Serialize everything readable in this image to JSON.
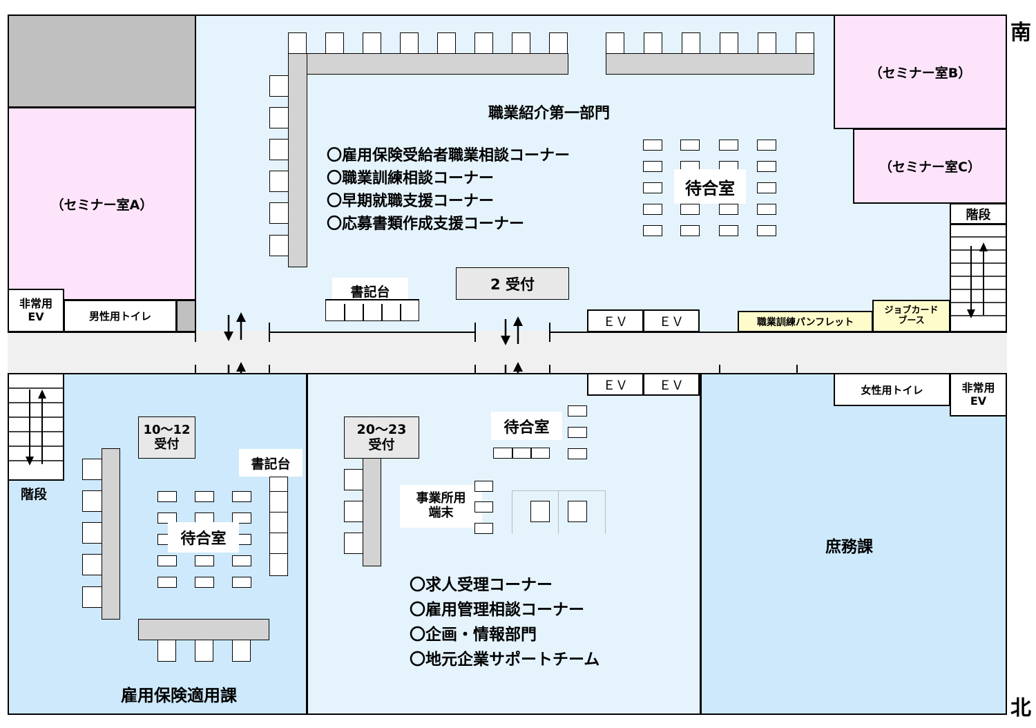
{
  "colors": {
    "seminar": "#fde4fb",
    "floor_light": "#e4f3fc",
    "floor_mid": "#cde9fb",
    "corridor": "#f0f0f0",
    "gray": "#c0c0c0",
    "yellow": "#fffccb",
    "desk": "#d3d3d3",
    "border": "#000000"
  },
  "compass": {
    "south": "南",
    "north": "北"
  },
  "rooms": {
    "seminar_a": "（セミナー室A）",
    "seminar_b": "（セミナー室B）",
    "seminar_c": "（セミナー室C）",
    "dept1": "職業紹介第一部門",
    "koyo_hoken": "雇用保険適用課",
    "shomu": "庶務課"
  },
  "facilities": {
    "emergency_ev_left": "非常用\nEV",
    "emergency_ev_right": "非常用\nEV",
    "men_toilet": "男性用トイレ",
    "women_toilet": "女性用トイレ",
    "stairs_left": "階段",
    "stairs_right": "階段",
    "ev": "ＥＶ",
    "pamphlet": "職業訓練パンフレット",
    "job_card": "ジョブカード\nブース"
  },
  "counters": {
    "shokidai_upper": "書記台",
    "shokidai_lower": "書記台",
    "uketsuke_2": "2 受付",
    "uketsuke_10_12": "10～12\n受付",
    "uketsuke_20_23": "20～23\n受付",
    "jigyosho": "事業所用\n端末"
  },
  "waiting": {
    "upper": "待合室",
    "left": "待合室",
    "center": "待合室"
  },
  "corners_upper": [
    "〇雇用保険受給者職業相談コーナー",
    "〇職業訓練相談コーナー",
    "〇早期就職支援コーナー",
    "〇応募書類作成支援コーナー"
  ],
  "corners_lower": [
    "〇求人受理コーナー",
    "〇雇用管理相談コーナー",
    "〇企画・情報部門",
    "〇地元企業サポートチーム"
  ]
}
